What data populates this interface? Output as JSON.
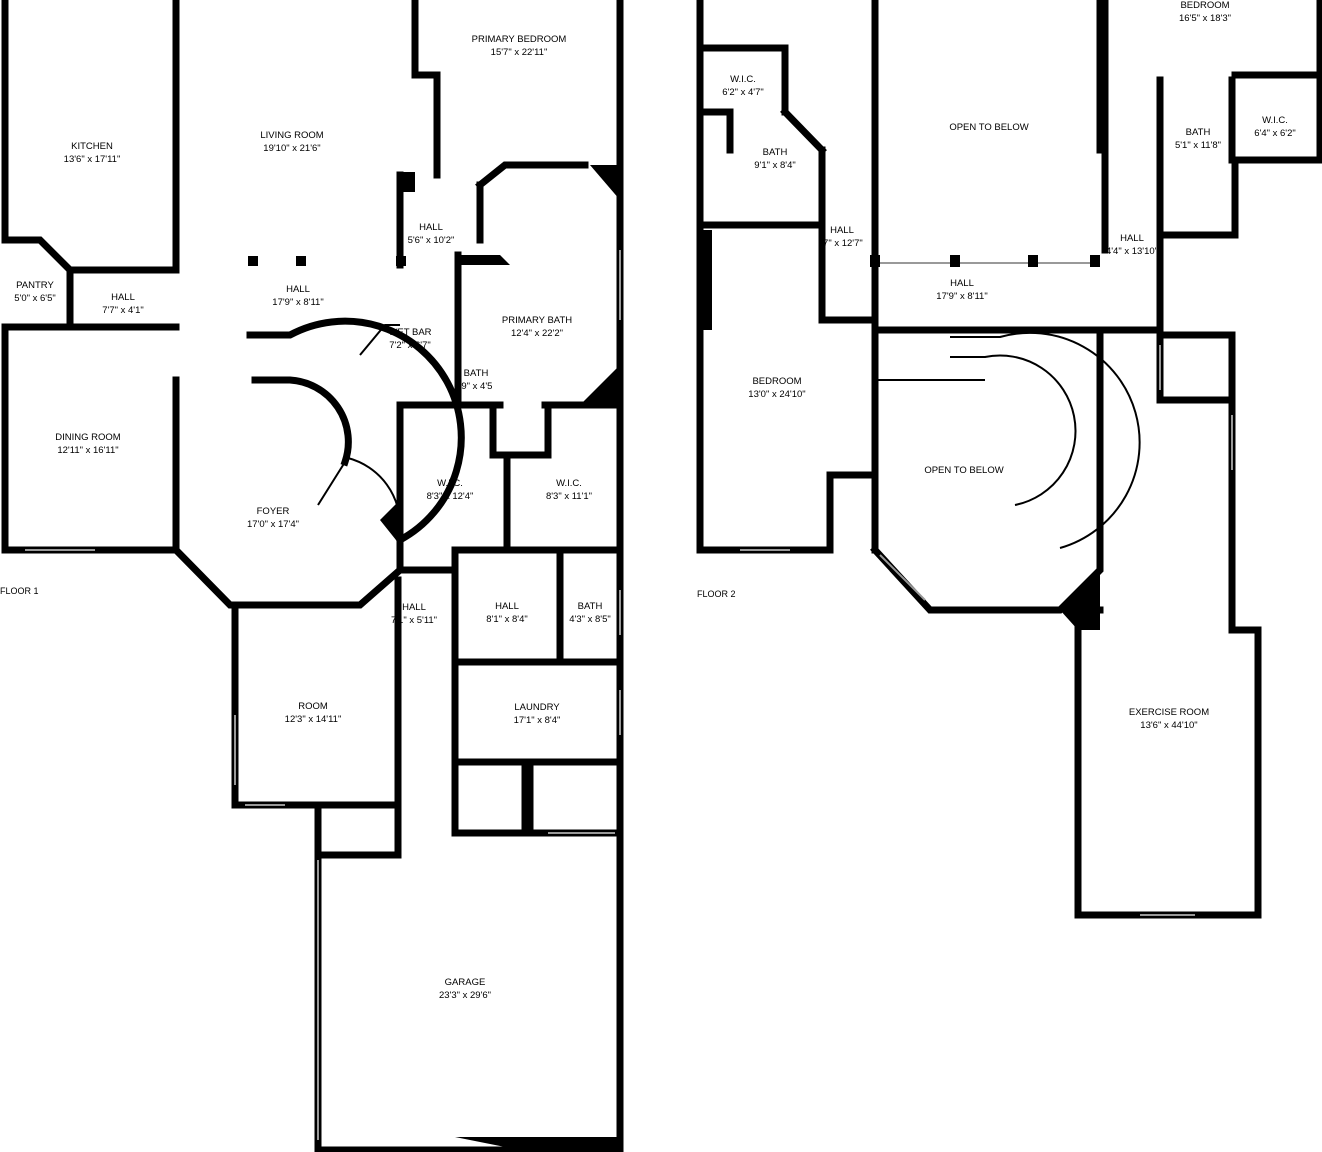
{
  "floors": [
    {
      "label": "FLOOR 1",
      "rooms": [
        {
          "name": "PRIMARY BEDROOM",
          "size": "15'7\" x 22'11\""
        },
        {
          "name": "KITCHEN",
          "size": "13'6\" x 17'11\""
        },
        {
          "name": "LIVING ROOM",
          "size": "19'10\" x 21'6\""
        },
        {
          "name": "HALL",
          "size": "5'6\" x 10'2\""
        },
        {
          "name": "PANTRY",
          "size": "5'0\" x 6'5\""
        },
        {
          "name": "HALL",
          "size": "7'7\" x 4'1\""
        },
        {
          "name": "HALL",
          "size": "17'9\" x 8'11\""
        },
        {
          "name": "WET BAR",
          "size": "7'2\" x 6'7\""
        },
        {
          "name": "PRIMARY BATH",
          "size": "12'4\" x 22'2\""
        },
        {
          "name": "BATH",
          "size": "'9\" x 4'5"
        },
        {
          "name": "DINING ROOM",
          "size": "12'11\" x 16'11\""
        },
        {
          "name": "W.I.C.",
          "size": "8'3\" x 12'4\""
        },
        {
          "name": "W.I.C.",
          "size": "8'3\" x 11'1\""
        },
        {
          "name": "FOYER",
          "size": "17'0\" x 17'4\""
        },
        {
          "name": "HALL",
          "size": "7'1\" x 5'11\""
        },
        {
          "name": "HALL",
          "size": "8'1\" x 8'4\""
        },
        {
          "name": "BATH",
          "size": "4'3\" x 8'5\""
        },
        {
          "name": "ROOM",
          "size": "12'3\" x 14'11\""
        },
        {
          "name": "LAUNDRY",
          "size": "17'1\" x 8'4\""
        },
        {
          "name": "GARAGE",
          "size": "23'3\" x 29'6\""
        }
      ]
    },
    {
      "label": "FLOOR 2",
      "rooms": [
        {
          "name": "BEDROOM",
          "size": "16'5\" x 18'3\""
        },
        {
          "name": "W.I.C.",
          "size": "6'2\" x 4'7\""
        },
        {
          "name": "OPEN TO BELOW",
          "size": ""
        },
        {
          "name": "BATH",
          "size": "5'1\" x 11'8\""
        },
        {
          "name": "W.I.C.",
          "size": "6'4\" x 6'2\""
        },
        {
          "name": "BATH",
          "size": "9'1\" x 8'4\""
        },
        {
          "name": "HALL",
          "size": "'7\" x 12'7\""
        },
        {
          "name": "HALL",
          "size": "4'4\" x 13'10\""
        },
        {
          "name": "HALL",
          "size": "17'9\" x 8'11\""
        },
        {
          "name": "BEDROOM",
          "size": "13'0\" x 24'10\""
        },
        {
          "name": "OPEN TO BELOW",
          "size": ""
        },
        {
          "name": "EXERCISE ROOM",
          "size": "13'6\" x 44'10\""
        }
      ]
    }
  ]
}
